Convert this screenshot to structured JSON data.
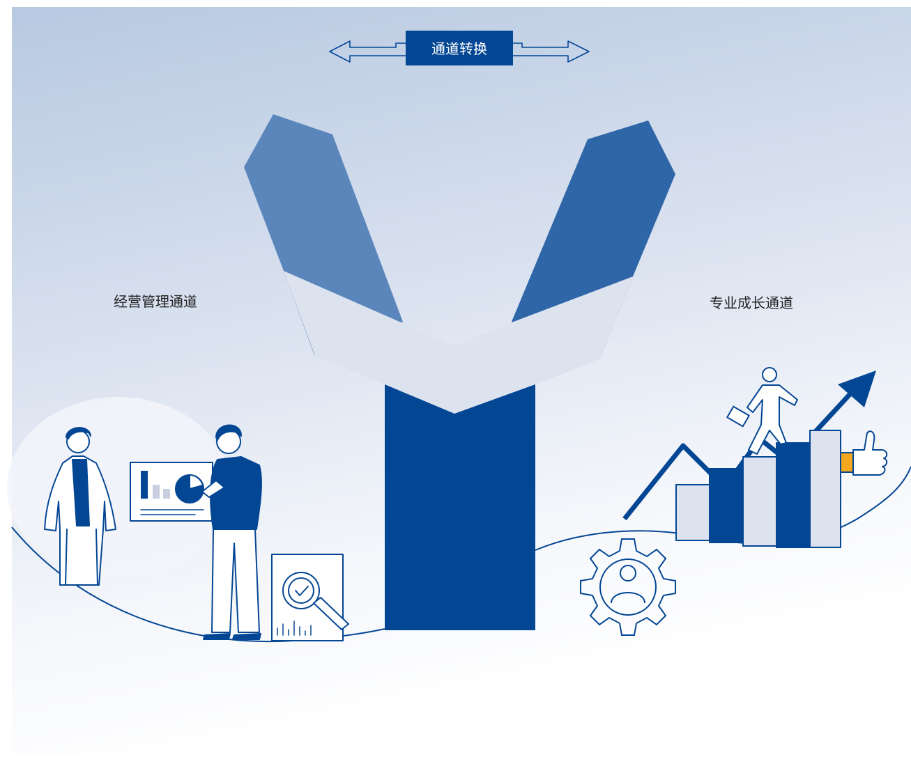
{
  "header": {
    "switch_label": "通道转换"
  },
  "left_path": {
    "label": "经营管理通道"
  },
  "right_path": {
    "label": "专业成长通道"
  },
  "colors": {
    "navy": "#034694",
    "left_arm": "#5b86bb",
    "right_arm": "#2f66a8",
    "band": "#dde2ef",
    "yellow": "#f2a71e"
  }
}
